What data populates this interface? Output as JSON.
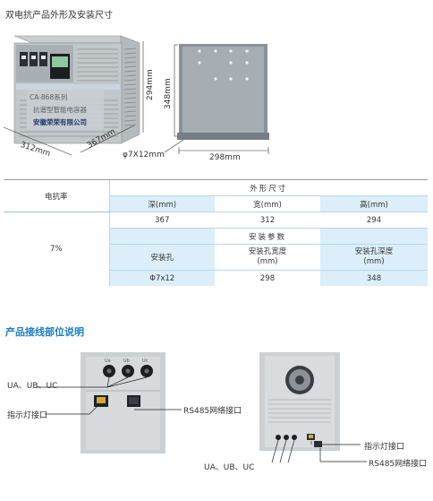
{
  "section1_title": "双电抗产品外形及安装尺寸",
  "device": {
    "model_label": "CA-868系列",
    "subtitle_label": "抗谐型智能电容器",
    "company_label": "安徽荣荣有限公司"
  },
  "dimensions": {
    "height_label": "294mm",
    "depth_label": "367mm",
    "width_label": "312mm",
    "plate_height_label": "348mm",
    "plate_width_label": "298mm",
    "hole_label": "φ7X12mm"
  },
  "table": {
    "row_header": "电抗率",
    "group1_header": "外形尺寸",
    "col_depth": "深(mm)",
    "col_width": "宽(mm)",
    "col_height": "高(mm)",
    "val_depth": "367",
    "val_width": "312",
    "val_height": "294",
    "ratio_value": "7%",
    "group2_header": "安装参数",
    "col_hole": "安装孔",
    "col_hole_width": "安装孔宽度\n(mm)",
    "col_hole_depth": "安装孔深度\n(mm)",
    "val_hole": "Φ7x12",
    "val_hole_width": "298",
    "val_hole_depth": "348"
  },
  "section2_title": "产品接线部位说明",
  "wiring": {
    "uabc_label": "UA、UB、UC",
    "indicator_label": "指示灯接口",
    "rs485_label": "RS485网络接口",
    "right_indicator_label": "指示灯接口",
    "right_rs485_label": "RS485网络接口",
    "right_uabc_label": "UA、UB、UC",
    "terminal_labels": [
      "Ua",
      "Ub",
      "Uc"
    ]
  }
}
